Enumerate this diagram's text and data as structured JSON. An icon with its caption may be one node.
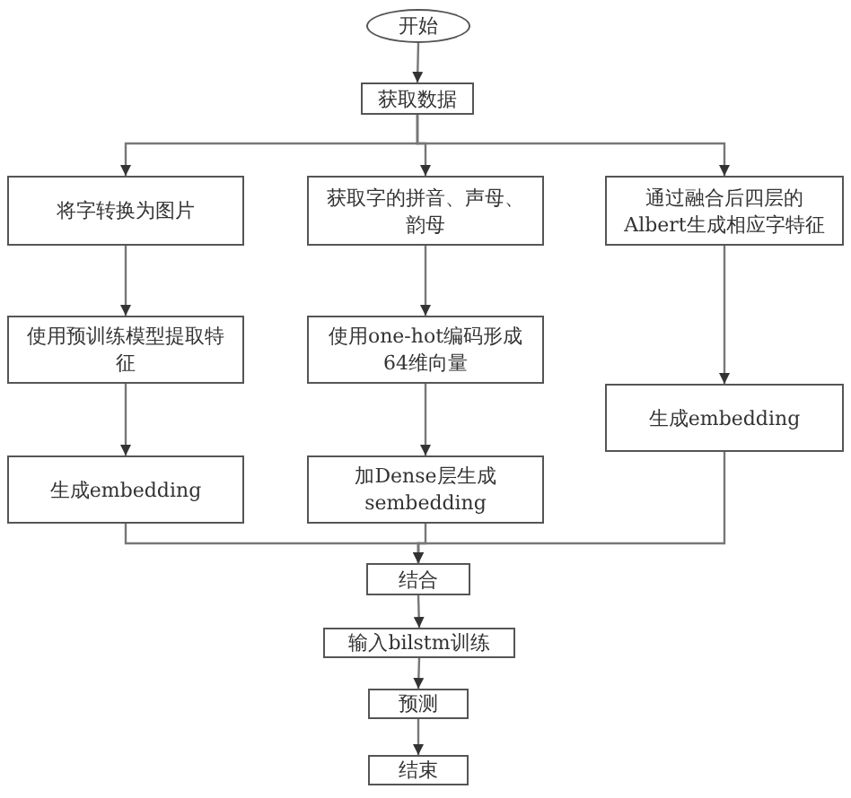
{
  "diagram": {
    "nodes": [
      {
        "text": [
          "开始"
        ]
      },
      {
        "text": [
          "获取数据"
        ]
      },
      {
        "text": [
          "将字转换为图片"
        ]
      },
      {
        "text": [
          "获取字的拼音、声母、韵母"
        ]
      },
      {
        "text": [
          "通过融合后四层的Albert生成相应字特征"
        ]
      },
      {
        "text": [
          "使用预训练模型提取特征"
        ]
      },
      {
        "text": [
          "使用one-hot编码形成64维向量"
        ]
      },
      {
        "text": [
          "生成embedding"
        ]
      },
      {
        "text": [
          "生成embedding"
        ]
      },
      {
        "text": [
          "加Dense层生成sembedding"
        ]
      },
      {
        "text": [
          "结合"
        ]
      },
      {
        "text": [
          "输入bilstm训练"
        ]
      },
      {
        "text": [
          "预测"
        ]
      },
      {
        "text": [
          "结束"
        ]
      }
    ],
    "edges": [
      {
        "from": 0,
        "to": 1,
        "arrow": "to"
      },
      {
        "from": 1,
        "to": 2,
        "arrow": "to"
      },
      {
        "from": 1,
        "to": 3,
        "arrow": "to"
      },
      {
        "from": 1,
        "to": 4,
        "arrow": "to"
      },
      {
        "from": 2,
        "to": 5,
        "arrow": "to"
      },
      {
        "from": 5,
        "to": 8,
        "arrow": "to"
      },
      {
        "from": 3,
        "to": 6,
        "arrow": "to"
      },
      {
        "from": 6,
        "to": 9,
        "arrow": "to"
      },
      {
        "from": 4,
        "to": 7,
        "arrow": "to"
      },
      {
        "from": 8,
        "to": 10,
        "arrow": "to"
      },
      {
        "from": 9,
        "to": 10,
        "arrow": "to"
      },
      {
        "from": 7,
        "to": 10,
        "arrow": "to"
      },
      {
        "from": 10,
        "to": 11,
        "arrow": "to"
      },
      {
        "from": 11,
        "to": 12,
        "arrow": "to"
      },
      {
        "from": 12,
        "to": 13,
        "arrow": "to"
      }
    ]
  }
}
